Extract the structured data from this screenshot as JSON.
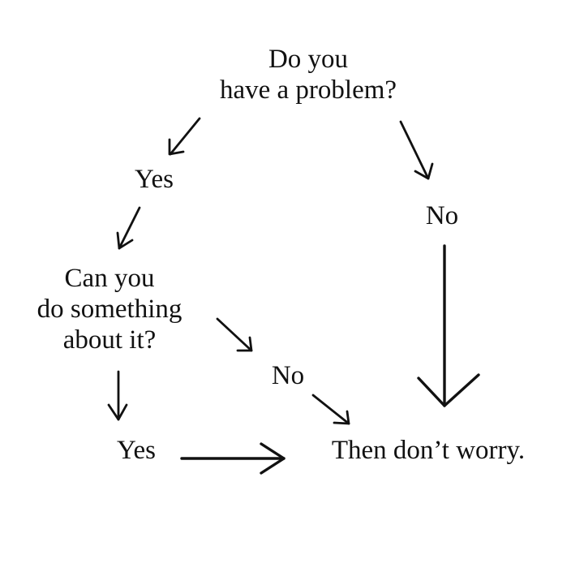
{
  "flowchart": {
    "start_question": {
      "line1": "Do you",
      "line2": "have a problem?"
    },
    "yes_top": "Yes",
    "no_top": "No",
    "second_question": {
      "line1": "Can you",
      "line2": "do something",
      "line3": "about it?"
    },
    "no_mid": "No",
    "yes_bottom": "Yes",
    "outcome": "Then don’t worry."
  }
}
